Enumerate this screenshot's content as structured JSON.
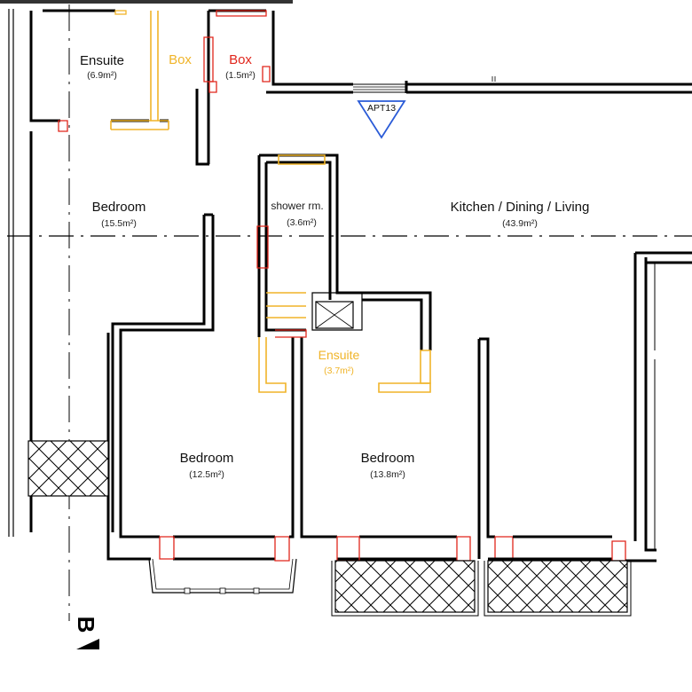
{
  "apartment": {
    "label": "APT13",
    "marker_color": "#2a5bd7"
  },
  "rooms": {
    "ensuite_top": {
      "name": "Ensuite",
      "area": "(6.9m²)"
    },
    "box_yellow": {
      "name": "Box"
    },
    "box_red": {
      "name": "Box",
      "area": "(1.5m²)"
    },
    "bedroom_left": {
      "name": "Bedroom",
      "area": "(15.5m²)"
    },
    "shower_room": {
      "name": "shower rm.",
      "area": "(3.6m²)"
    },
    "kitchen": {
      "name": "Kitchen / Dining / Living",
      "area": "(43.9m²)"
    },
    "ensuite_mid": {
      "name": "Ensuite",
      "area": "(3.7m²)"
    },
    "bedroom_mid": {
      "name": "Bedroom",
      "area": "(12.5m²)"
    },
    "bedroom_right": {
      "name": "Bedroom",
      "area": "(13.8m²)"
    }
  },
  "section_marker": {
    "label": "B"
  },
  "colors": {
    "yellow": "#f0b429",
    "red": "#e0251b",
    "wall": "#000000"
  }
}
